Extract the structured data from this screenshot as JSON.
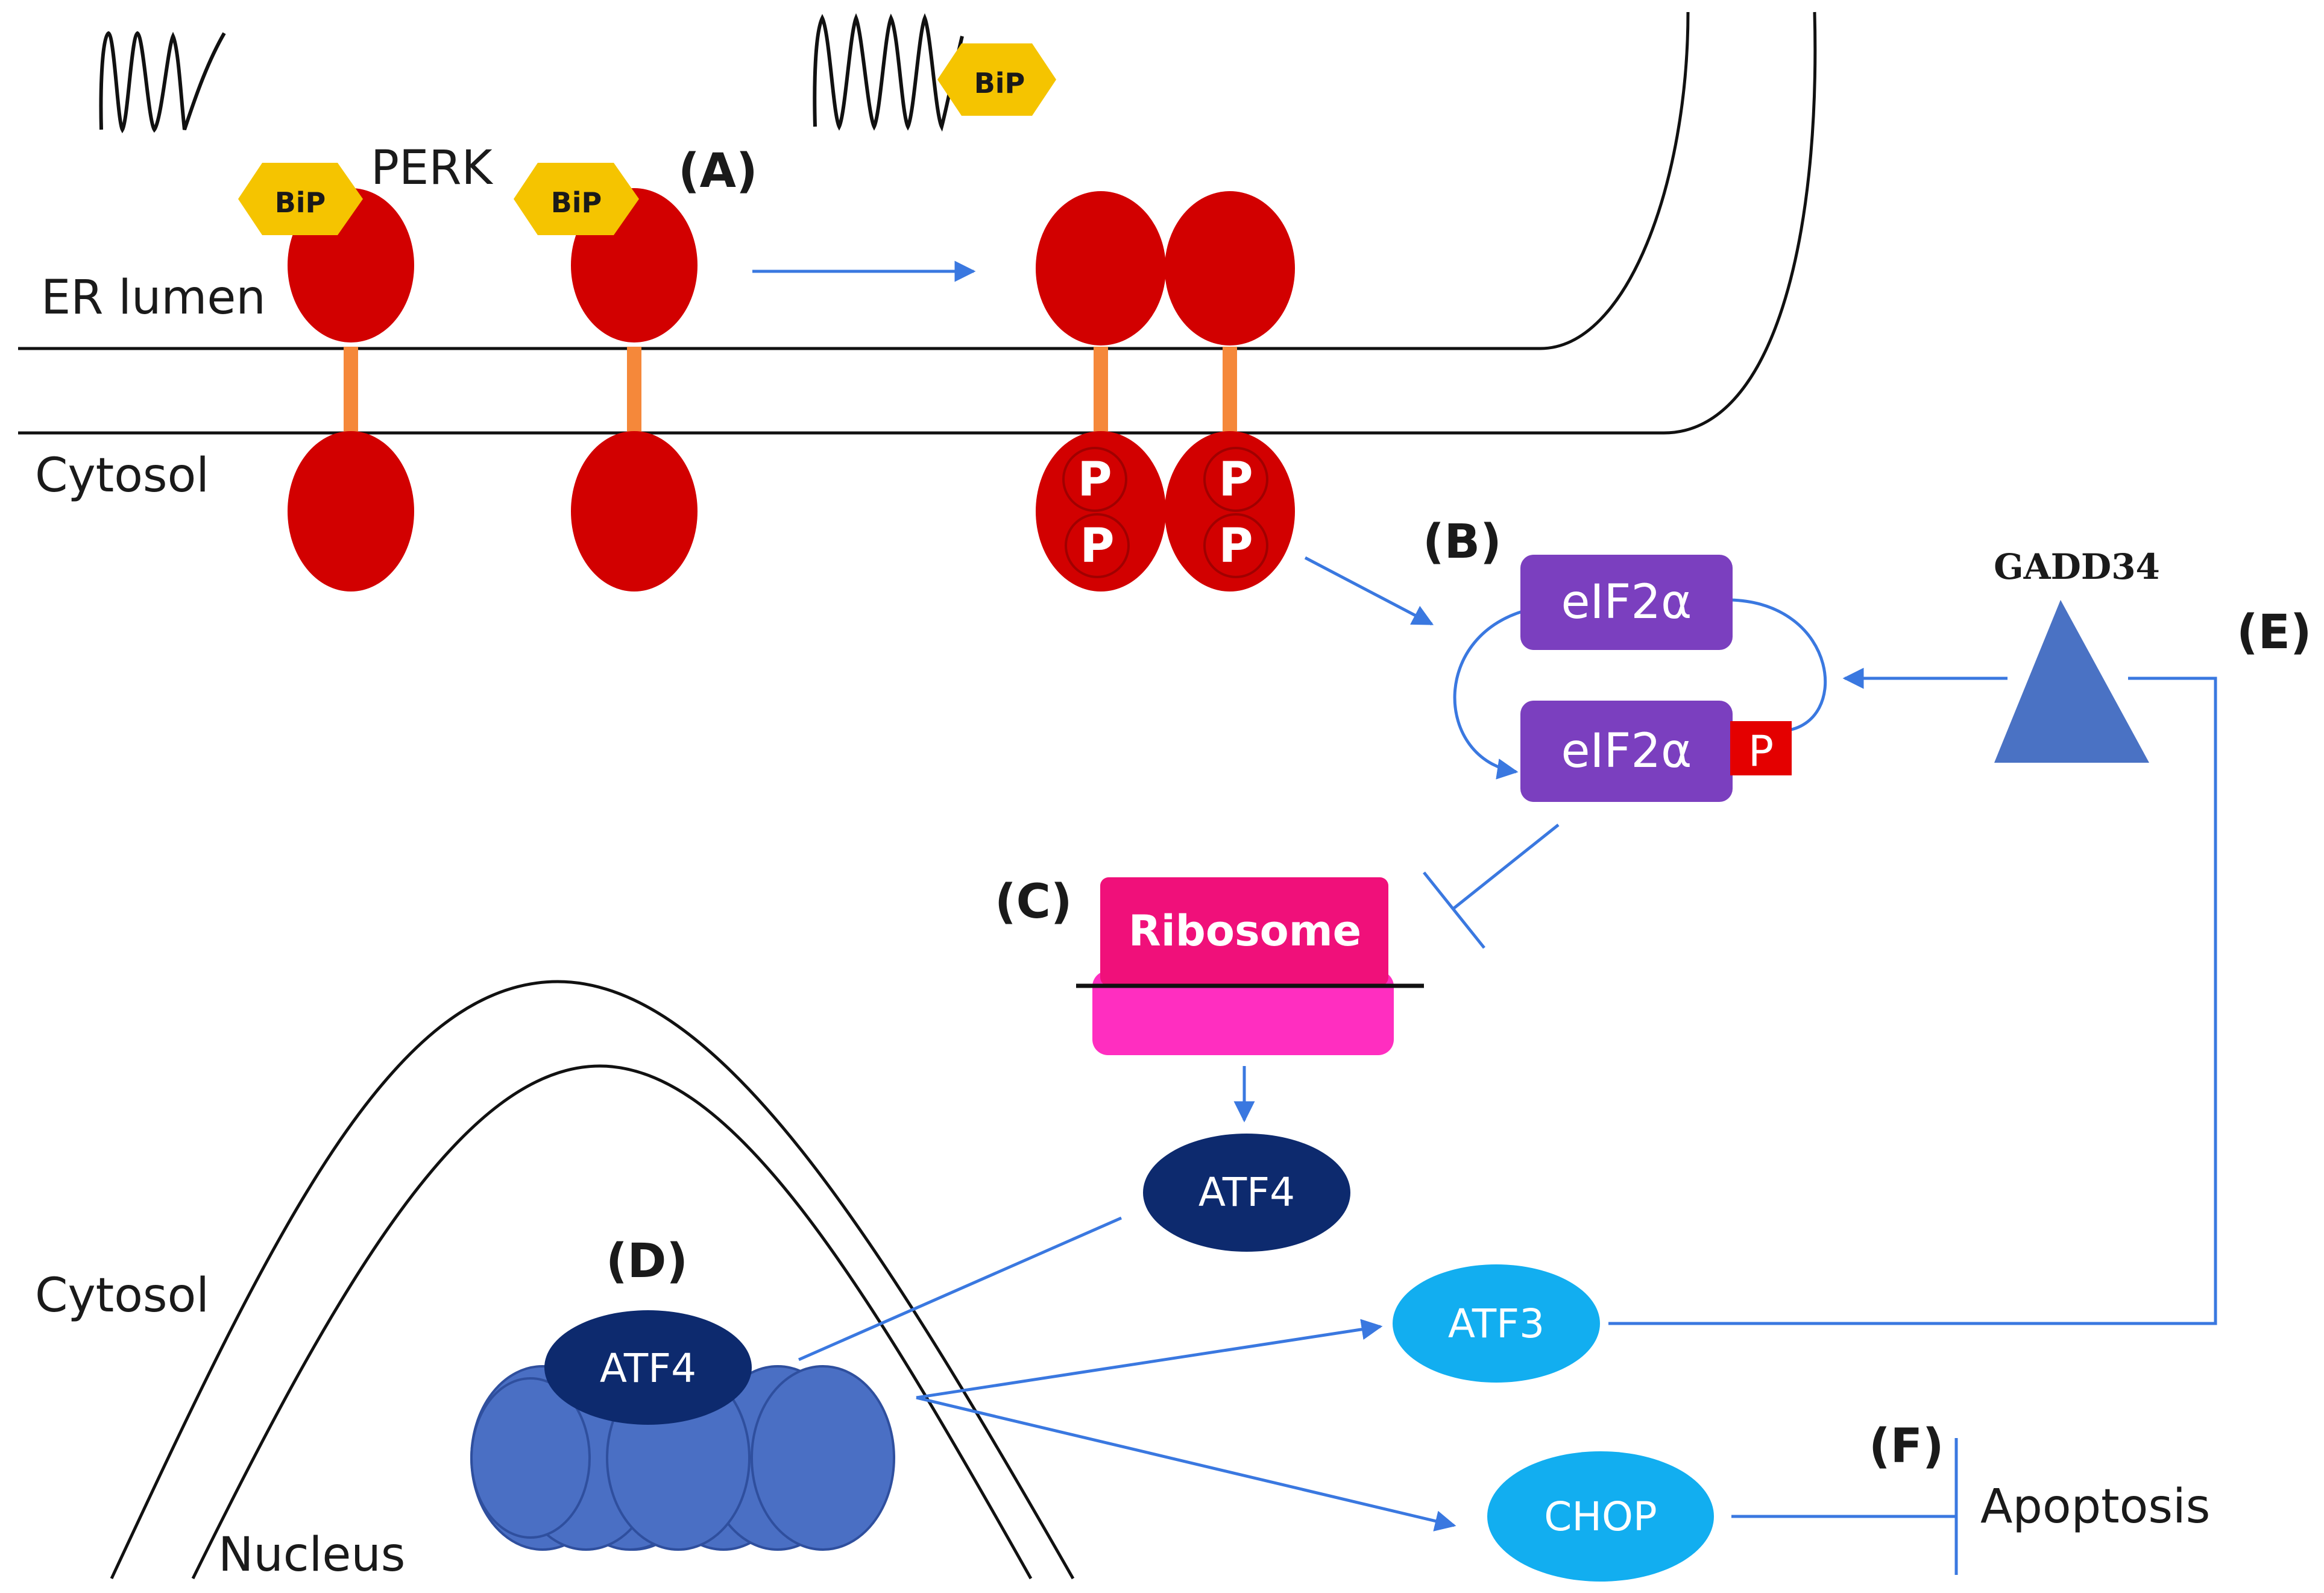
{
  "labels": {
    "perk": "PERK",
    "er_lumen": "ER lumen",
    "cytosol_top": "Cytosol",
    "cytosol_bottom": "Cytosol",
    "nucleus": "Nucleus",
    "apoptosis": "Apoptosis"
  },
  "panels": {
    "a": "(A)",
    "b": "(B)",
    "c": "(C)",
    "d": "(D)",
    "e": "(E)",
    "f": "(F)"
  },
  "molecules": {
    "bip": "BiP",
    "phospho": "P",
    "eif2a": "eIF2α",
    "ribosome": "Ribosome",
    "atf4": "ATF4",
    "atf3": "ATF3",
    "chop": "CHOP",
    "gadd34": "GADD34"
  },
  "colors": {
    "perk_red": "#d20000",
    "linker_orange": "#f5883a",
    "bip_yellow": "#f5c400",
    "eif2a_purple": "#7b3fbf",
    "phospho_red": "#e40000",
    "ribosome_top": "#f0107a",
    "ribosome_bottom": "#ff2ec0",
    "atf4_navy": "#0d2a6e",
    "light_blue": "#12aef0",
    "gadd34_blue": "#4a72c4",
    "arrow_blue": "#3a78e0",
    "nucleosome_blue": "#4a6fc4"
  }
}
